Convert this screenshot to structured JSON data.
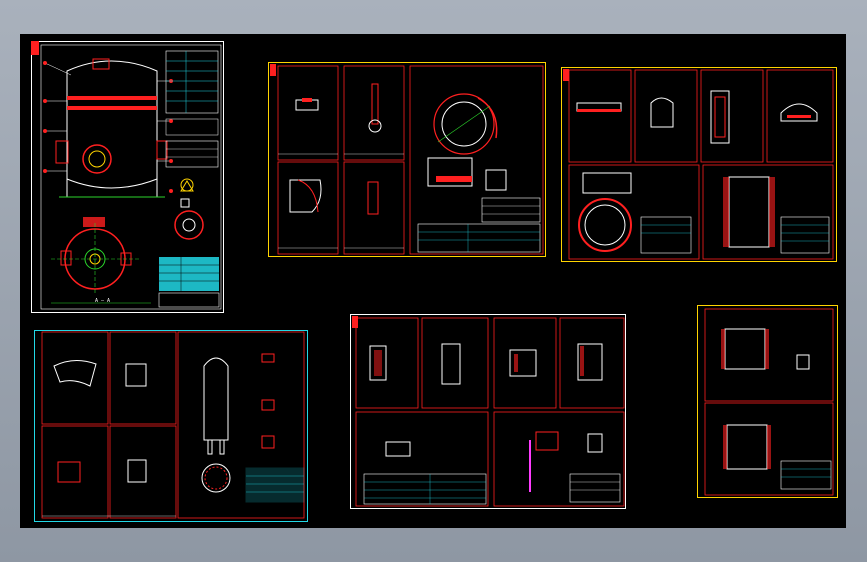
{
  "viewer": {
    "title": "",
    "background": "#000000",
    "window_tint": "#9aa2ad"
  },
  "colors": {
    "white": "#ffffff",
    "yellow": "#ffd400",
    "red": "#ff2020",
    "cyan": "#22d8e6",
    "green": "#2bd52b",
    "magenta": "#ff3cff",
    "blue": "#3050ff"
  },
  "sheets": [
    {
      "id": "sheet-vessel-assembly",
      "kind": "assembly",
      "frame_color": "#ffffff"
    },
    {
      "id": "sheet-detail-group-1",
      "kind": "details",
      "frame_color": "#ffd400"
    },
    {
      "id": "sheet-detail-group-2",
      "kind": "details",
      "frame_color": "#ffd400"
    },
    {
      "id": "sheet-detail-group-3",
      "kind": "details",
      "frame_color": "#22d8e6"
    },
    {
      "id": "sheet-detail-group-4",
      "kind": "details",
      "frame_color": "#ffffff"
    },
    {
      "id": "sheet-detail-group-5",
      "kind": "details",
      "frame_color": "#ffd400"
    }
  ],
  "labels": {
    "top_view_caption": "A — A"
  }
}
